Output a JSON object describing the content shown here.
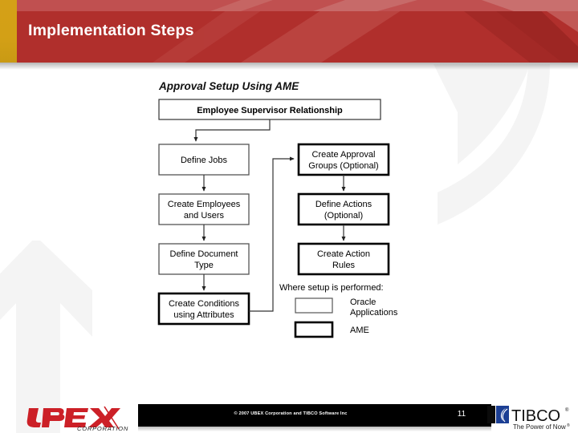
{
  "slide": {
    "title": "Implementation Steps",
    "page_number": "11",
    "accent_red": "#b02f2c",
    "accent_red_light": "#c05050",
    "accent_gold": "#d4a017",
    "footer_bar_color": "#000000"
  },
  "diagram": {
    "title": "Approval Setup Using AME",
    "top_box": "Employee Supervisor Relationship",
    "left_column": [
      "Define Jobs",
      "Create Employees\nand Users",
      "Define Document\nType",
      "Create Conditions\nusing Attributes"
    ],
    "left_column_lines": [
      [
        "Define Jobs"
      ],
      [
        "Create Employees",
        "and Users"
      ],
      [
        "Define Document",
        "Type"
      ],
      [
        "Create Conditions",
        "using Attributes"
      ]
    ],
    "right_column_lines": [
      [
        "Create Approval",
        "Groups (Optional)"
      ],
      [
        "Define Actions",
        "(Optional)"
      ],
      [
        "Create Action",
        "Rules"
      ]
    ],
    "legend": {
      "heading": "Where setup is performed:",
      "items": [
        {
          "label_lines": [
            "Oracle",
            "Applications"
          ],
          "style": "thin"
        },
        {
          "label_lines": [
            "AME"
          ],
          "style": "thick"
        }
      ]
    }
  },
  "footer": {
    "copyright": "© 2007 UBEX Corporation and TIBCO Software Inc",
    "left_logo": {
      "wordmark": "UBEX",
      "subtext": "CORPORATION"
    },
    "right_logo": {
      "wordmark": "TIBCO",
      "tagline": "The Power of Now®"
    }
  }
}
